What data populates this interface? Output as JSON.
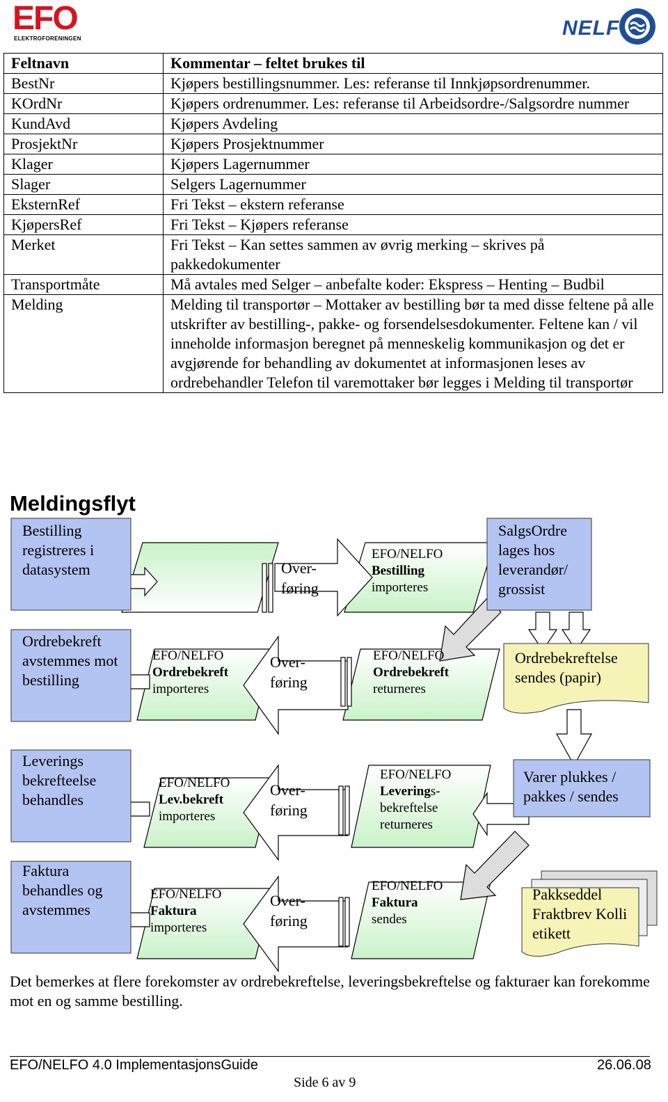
{
  "header": {
    "efo_logo_text": "EFO",
    "efo_logo_sub": "ELEKTROFORENINGEN",
    "nelfo_logo_text": "NELFO"
  },
  "table": {
    "headers": [
      "Feltnavn",
      "Kommentar – feltet brukes til"
    ],
    "rows": [
      {
        "field": "BestNr",
        "comment": "Kjøpers bestillingsnummer. Les: referanse til Innkjøpsordrenummer."
      },
      {
        "field": "KOrdNr",
        "comment": "Kjøpers ordrenummer. Les: referanse til Arbeidsordre-/Salgsordre nummer"
      },
      {
        "field": "KundAvd",
        "comment": "Kjøpers Avdeling"
      },
      {
        "field": "ProsjektNr",
        "comment": "Kjøpers Prosjektnummer"
      },
      {
        "field": "Klager",
        "comment": "Kjøpers Lagernummer"
      },
      {
        "field": "Slager",
        "comment": "Selgers Lagernummer"
      },
      {
        "field": "EksternRef",
        "comment": "Fri Tekst – ekstern referanse"
      },
      {
        "field": "KjøpersRef",
        "comment": "Fri Tekst – Kjøpers referanse"
      },
      {
        "field": "Merket",
        "comment": "Fri Tekst – Kan settes sammen av øvrig merking – skrives på pakkedokumenter"
      },
      {
        "field": "Transportmåte",
        "comment": "Må avtales med Selger – anbefalte koder: Ekspress – Henting – Budbil"
      },
      {
        "field": "Melding",
        "comment": "Melding til transportør – Mottaker av bestilling bør ta med disse feltene på alle utskrifter av bestilling-, pakke- og forsendelsesdokumenter. Feltene kan / vil inneholde informasjon beregnet på menneskelig kommunikasjon og det er avgjørende for behandling av dokumentet at informasjonen leses av ordrebehandler Telefon til varemottaker bør legges i Melding til transportør"
      }
    ]
  },
  "flow": {
    "title": "Meldingsflyt",
    "overforing": "Over-føring",
    "rows": [
      {
        "left_box": "Bestilling registreres i datasystem",
        "left_para": {
          "line1": "",
          "line2": "",
          "line3": ""
        },
        "right_para": {
          "line1": "EFO/NELFO",
          "line2": "Bestilling",
          "line3": "importeres"
        },
        "right_box": "SalgsOrdre lages hos leverandør/ grossist"
      },
      {
        "left_box": "Ordrebekreft avstemmes mot bestilling",
        "left_para": {
          "line1": "EFO/NELFO",
          "line2": "Ordrebekreft",
          "line3": "importeres"
        },
        "right_para": {
          "line1": "EFO/NELFO",
          "line2": "Ordrebekreft",
          "line3": "returneres"
        },
        "right_box": "Ordrebekreftelse sendes (papir)"
      },
      {
        "left_box": "Leverings bekrefteelse behandles",
        "left_para": {
          "line1": "EFO/NELFO",
          "line2": "Lev.bekreft",
          "line3": "importeres"
        },
        "right_para": {
          "line1": "EFO/NELFO",
          "line2": "Levering",
          "line2b": "s-",
          "line3": "bekreftelse",
          "line4": "returneres"
        },
        "right_box": "Varer plukkes / pakkes  / sendes"
      },
      {
        "left_box": "Faktura behandles og avstemmes",
        "left_para": {
          "line1": "EFO/NELFO",
          "line2": "Faktura",
          "line3": "importeres"
        },
        "right_para": {
          "line1": "EFO/NELFO",
          "line2": "Faktura",
          "line3": "sendes"
        },
        "right_box": "Pakkseddel Fraktbrev Kolli etikett"
      }
    ]
  },
  "note": "Det bemerkes at flere forekomster av ordrebekreftelse, leveringsbekreftelse og fakturaer kan forekomme mot en og samme bestilling.",
  "footer": {
    "left": "EFO/NELFO 4.0 ImplementasjonsGuide",
    "right": "26.06.08",
    "page": "Side 6 av 9"
  }
}
